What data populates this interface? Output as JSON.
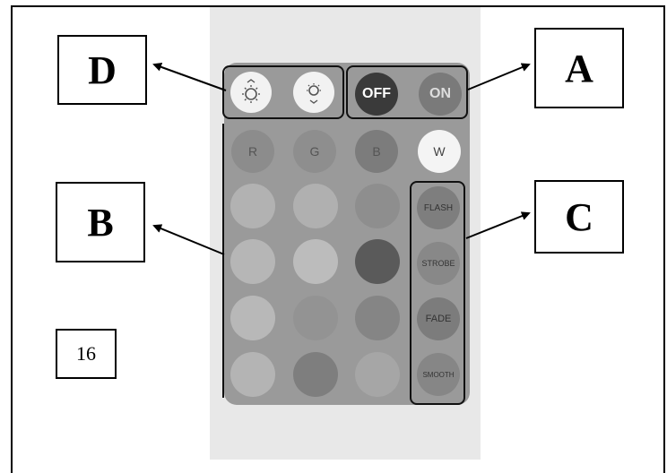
{
  "callouts": {
    "a": "A",
    "b": "B",
    "c": "C",
    "d": "D"
  },
  "page_number": "16",
  "remote": {
    "brightness_up_icon": "brightness-up-icon",
    "brightness_down_icon": "brightness-down-icon",
    "off_label": "OFF",
    "on_label": "ON",
    "r_label": "R",
    "g_label": "G",
    "b_label": "B",
    "w_label": "W",
    "flash_label": "FLASH",
    "strobe_label": "STROBE",
    "fade_label": "FADE",
    "smooth_label": "SMOOTH"
  }
}
